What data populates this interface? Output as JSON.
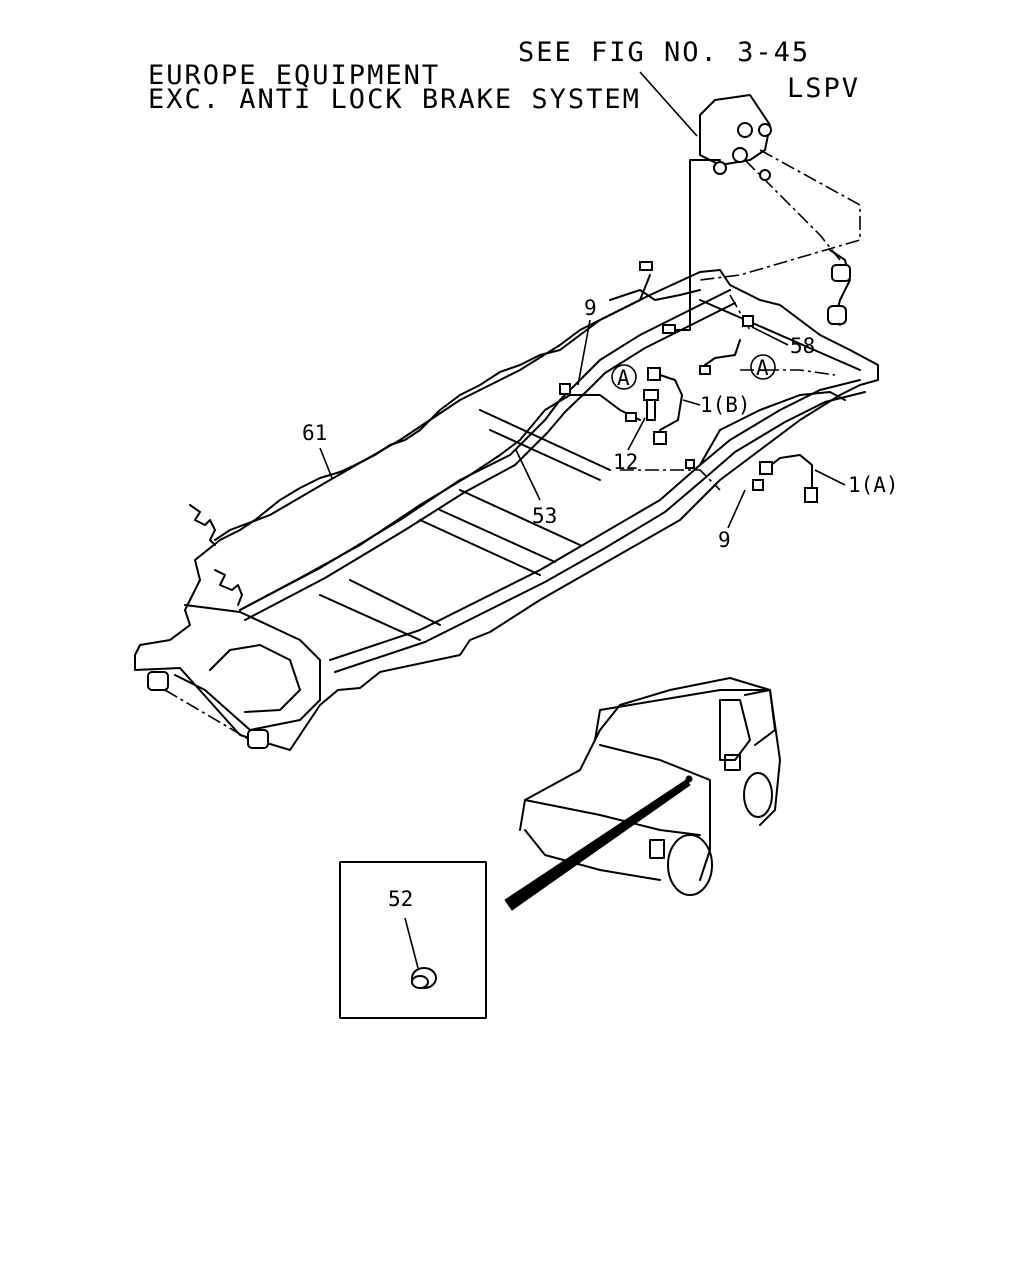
{
  "header": {
    "title_line1": "EUROPE EQUIPMENT",
    "title_line2": "EXC. ANTI LOCK BRAKE SYSTEM"
  },
  "references": {
    "see_fig": "SEE FIG NO. 3-45",
    "lspv": "LSPV"
  },
  "callouts": {
    "c9_top": "9",
    "c58": "58",
    "cA_left": "A",
    "cA_right": "A",
    "c1B": "1(B)",
    "c12": "12",
    "c61": "61",
    "c53": "53",
    "c1A": "1(A)",
    "c9_bottom": "9",
    "c52": "52"
  },
  "icons": [
    "brake-hose-icon",
    "clip-icon",
    "grommet-icon",
    "bolt-icon",
    "lspv-valve-icon"
  ]
}
